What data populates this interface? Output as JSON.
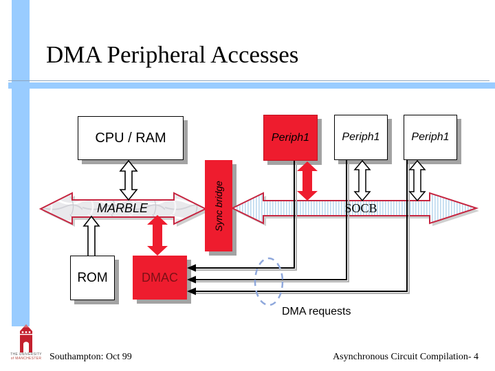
{
  "slide": {
    "title": "DMA Peripheral Accesses",
    "footer": {
      "left": "Southampton: Oct 99",
      "right": "Asynchronous Circuit Compilation- 4"
    },
    "logo": {
      "line1": "THE UNIVERSITY",
      "line2": "of MANCHESTER"
    }
  },
  "diagram": {
    "boxes": {
      "cpu_ram": "CPU / RAM",
      "periph_red": "Periph1",
      "periph_mid": "Periph1",
      "periph_right": "Periph1",
      "sync_bridge": "Sync bridge",
      "rom": "ROM",
      "dmac": "DMAC"
    },
    "buses": {
      "marble": "MARBLE",
      "socb": "SOCB"
    },
    "labels": {
      "dma_requests": "DMA requests"
    }
  },
  "colors": {
    "accent_red": "#ee1c2e",
    "bus_border": "#c62641",
    "bus_stripe_blue": "#bcd9ef",
    "sidebar_blue": "#99ccff",
    "shadow_gray": "#a3a3a3",
    "ellipse_blue": "#8fa8dc",
    "dmac_text": "#7d1016"
  }
}
